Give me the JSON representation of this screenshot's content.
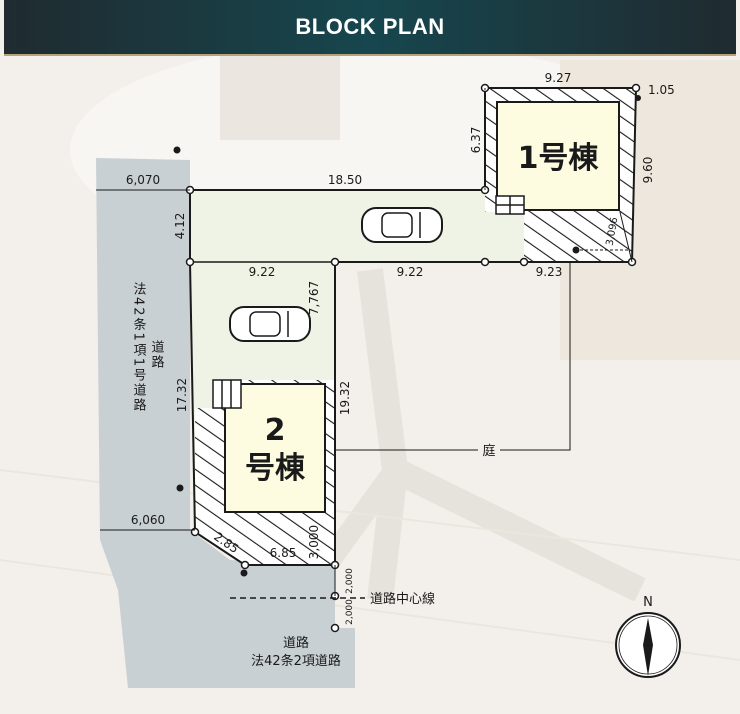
{
  "header": {
    "title": "BLOCK PLAN"
  },
  "dimensions": {
    "d_927": "9.27",
    "d_105": "1.05",
    "d_637": "6.37",
    "d_960": "9.60",
    "d_3096": "3,096",
    "d_6070": "6,070",
    "d_1850": "18.50",
    "d_412": "4.12",
    "d_922a": "9.22",
    "d_922b": "9.22",
    "d_923": "9.23",
    "d_7767": "7,767",
    "d_1732": "17.32",
    "d_1932": "19.32",
    "d_6060": "6,060",
    "d_285": "2.85",
    "d_685": "6.85",
    "d_3000": "3,000",
    "d_2000a": "2,000",
    "d_2000b": "2,000"
  },
  "labels": {
    "house1": "1号棟",
    "house2_num": "2",
    "house2_name": "号棟",
    "garden": "庭",
    "road_left_1": "法42条1項1号道路",
    "road_left_2": "道路",
    "road_center_line": "道路中心線",
    "road_bottom_1": "道路",
    "road_bottom_2": "法42条2項道路",
    "north": "N"
  },
  "colors": {
    "lot_fill": "#eef3e6",
    "house_fill": "#fdfbe0",
    "road_fill": "#c9d0d4",
    "line": "#1a1a1a"
  }
}
